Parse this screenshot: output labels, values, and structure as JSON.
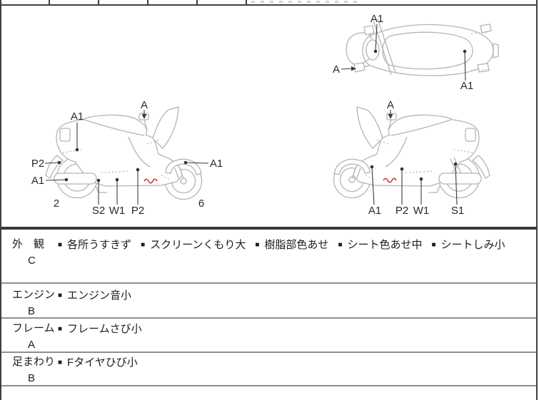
{
  "sheet": {
    "background": "#ffffff",
    "border_color": "#3f3f3f",
    "diagram_line_color": "#b4b4b4",
    "leader_color": "#3c3c3c",
    "damage_mark_color": "#bf3a32"
  },
  "diagram": {
    "left_view": {
      "labels": {
        "a1_top": "A1",
        "a_mirror": "A",
        "p2_rear": "P2",
        "a1_muffler": "A1",
        "a1_front": "A1",
        "s2": "S2",
        "w1": "W1",
        "p2_floor": "P2",
        "num_rear": "2",
        "num_front": "6"
      }
    },
    "right_view": {
      "labels": {
        "a_mirror": "A",
        "a1_leg": "A1",
        "p2_floor": "P2",
        "w1_floor": "W1",
        "s1_shock": "S1"
      }
    },
    "top_view": {
      "labels": {
        "a1_steering": "A1",
        "a_mirror": "A",
        "a1_rear": "A1"
      }
    }
  },
  "inspection": {
    "bullet": "■",
    "rows": [
      {
        "category": "外　観",
        "grade": "C",
        "items": [
          "各所うすきず",
          "スクリーンくもり大",
          "樹脂部色あせ",
          "シート色あせ中",
          "シートしみ小"
        ]
      },
      {
        "category": "エンジン",
        "grade": "B",
        "items": [
          "エンジン音小"
        ]
      },
      {
        "category": "フレーム",
        "grade": "A",
        "items": [
          "フレームさび小"
        ]
      },
      {
        "category": "足まわり",
        "grade": "B",
        "items": [
          "Fタイヤひび小"
        ]
      }
    ]
  }
}
